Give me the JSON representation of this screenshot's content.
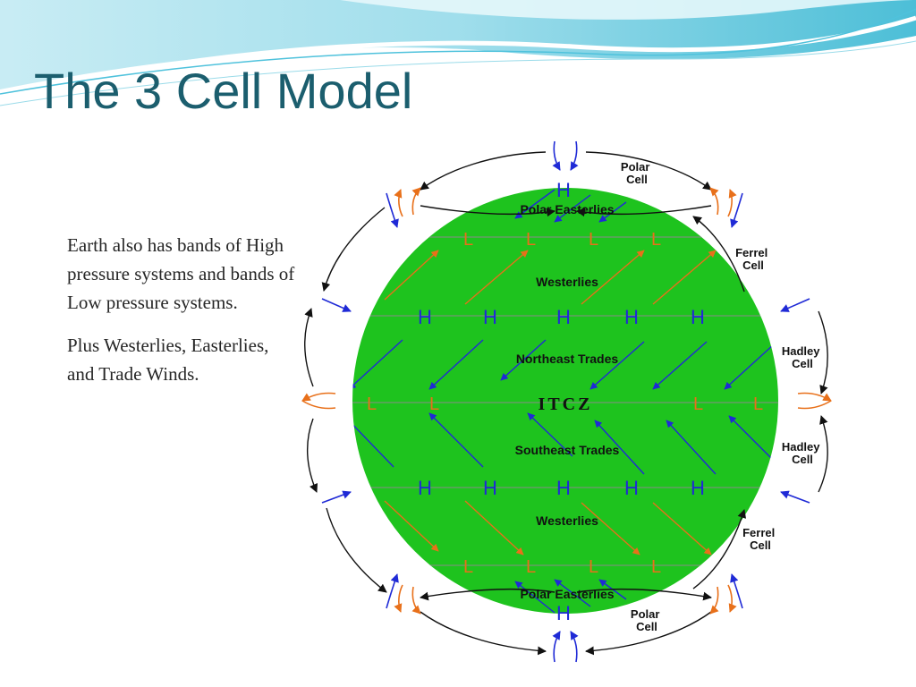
{
  "slide": {
    "title": "The 3 Cell Model"
  },
  "body_text": {
    "paragraph_1": "Earth also has bands of High pressure systems and bands of Low pressure systems.",
    "paragraph_2": "Plus Westerlies, Easterlies, and Trade Winds."
  },
  "diagram": {
    "wind_labels": {
      "polar_easterlies_north": "Polar Easterlies",
      "westerlies_north": "Westerlies",
      "northeast_trades": "Northeast Trades",
      "itcz": "ITCZ",
      "southeast_trades": "Southeast Trades",
      "westerlies_south": "Westerlies",
      "polar_easterlies_south": "Polar Easterlies"
    },
    "cell_labels": {
      "polar_north": [
        "Polar",
        "Cell"
      ],
      "ferrel_north": [
        "Ferrel",
        "Cell"
      ],
      "hadley_north": [
        "Hadley",
        "Cell"
      ],
      "hadley_south": [
        "Hadley",
        "Cell"
      ],
      "ferrel_south": [
        "Ferrel",
        "Cell"
      ],
      "polar_south": [
        "Polar",
        "Cell"
      ]
    },
    "pressure_symbols": {
      "high": "H",
      "low": "L"
    },
    "colors": {
      "globe": "#1ec31e",
      "high_pressure": "#1f2ad6",
      "low_pressure": "#e8701a",
      "circulation_arrows": "#111111",
      "band_lines": "#8a8a8a"
    }
  }
}
